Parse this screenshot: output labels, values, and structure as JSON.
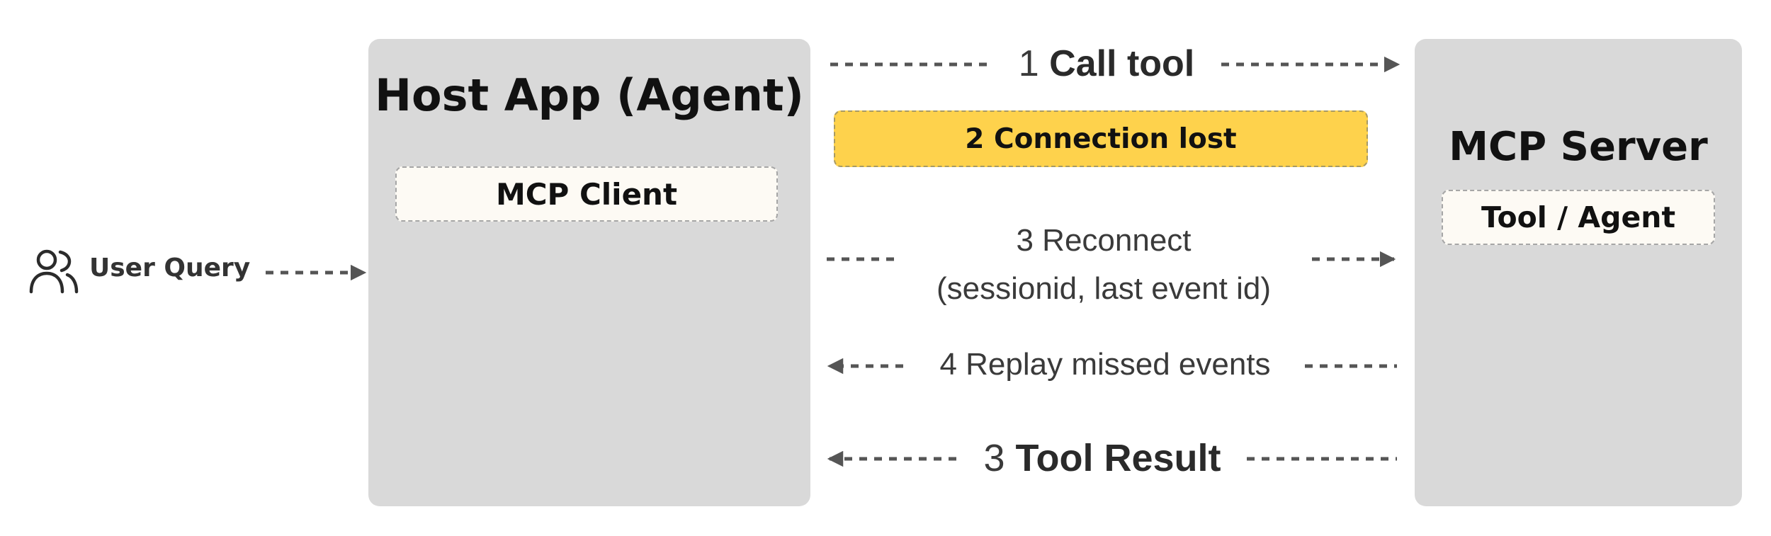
{
  "user": {
    "icon": "users-icon",
    "label": "User Query"
  },
  "host": {
    "title": "Host App (Agent)",
    "client_label": "MCP Client"
  },
  "server": {
    "title": "MCP Server",
    "tool_label": "Tool / Agent"
  },
  "steps": {
    "call_tool": {
      "number": "1",
      "text": "Call tool"
    },
    "connection_lost": {
      "text": "2 Connection lost"
    },
    "reconnect": {
      "line1": "3 Reconnect",
      "line2": "(sessionid, last event id)"
    },
    "replay": {
      "text": "4 Replay missed events"
    },
    "tool_result": {
      "number": "3",
      "text": "Tool Result"
    }
  },
  "colors": {
    "panel": "#d9d9d9",
    "chip": "#fdfaf4",
    "highlight": "#fed24c",
    "arrow": "#555555"
  }
}
